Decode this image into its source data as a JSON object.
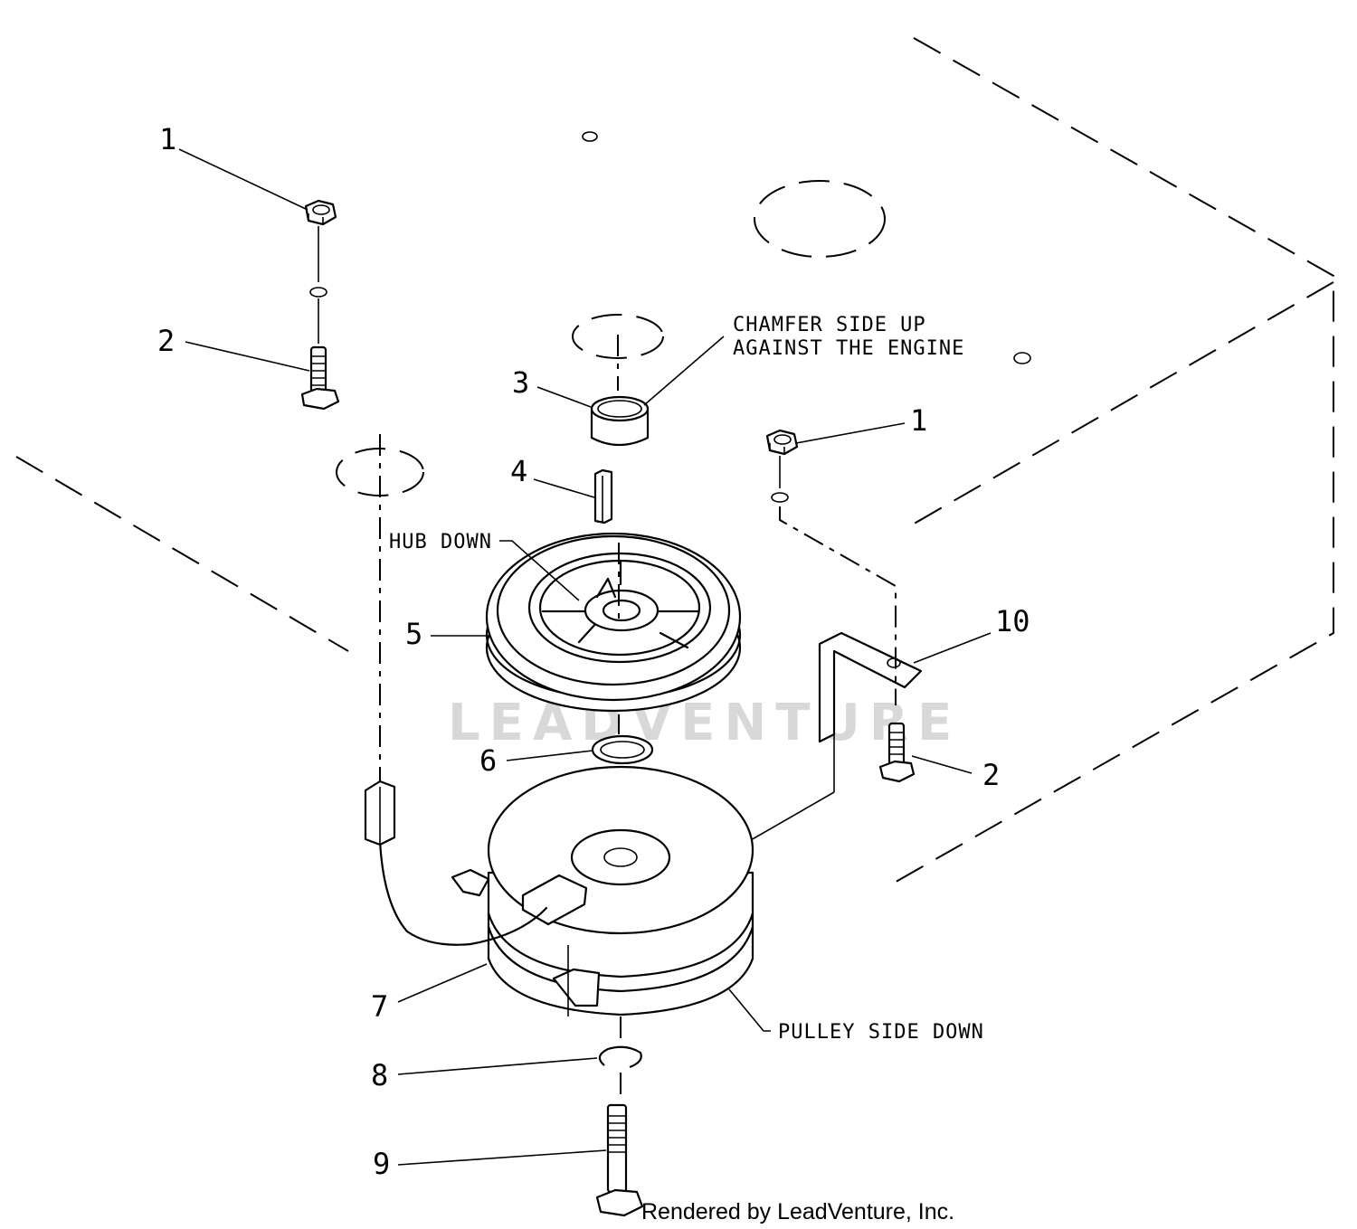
{
  "callouts": {
    "c1a": "1",
    "c2a": "2",
    "c3": "3",
    "c4": "4",
    "c1b": "1",
    "c10": "10",
    "c5": "5",
    "c6": "6",
    "c2b": "2",
    "c7": "7",
    "c8": "8",
    "c9": "9"
  },
  "notes": {
    "chamfer_line1": "CHAMFER SIDE UP",
    "chamfer_line2": "AGAINST THE ENGINE",
    "hub_down": "HUB DOWN",
    "pulley_side_down": "PULLEY SIDE DOWN"
  },
  "watermark": "LEADVENTURE",
  "footer": "Rendered by LeadVenture, Inc."
}
